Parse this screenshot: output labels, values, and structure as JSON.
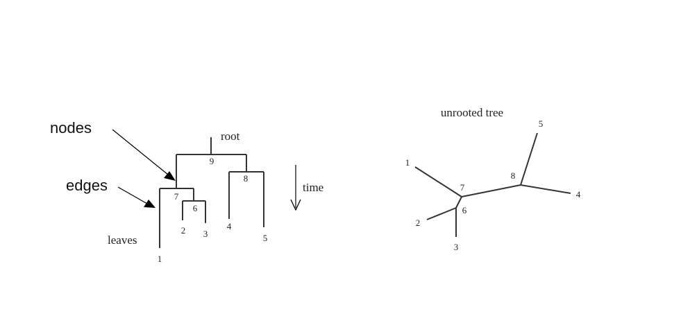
{
  "annotations": {
    "nodes": "nodes",
    "edges": "edges",
    "leaves": "leaves",
    "root": "root",
    "time": "time"
  },
  "rooted_tree": {
    "node_labels": {
      "n1": "1",
      "n2": "2",
      "n3": "3",
      "n4": "4",
      "n5": "5",
      "n6": "6",
      "n7": "7",
      "n8": "8",
      "n9": "9"
    }
  },
  "unrooted_tree": {
    "title": "unrooted tree",
    "node_labels": {
      "n1": "1",
      "n2": "2",
      "n3": "3",
      "n4": "4",
      "n5": "5",
      "n6": "6",
      "n7": "7",
      "n8": "8"
    }
  }
}
